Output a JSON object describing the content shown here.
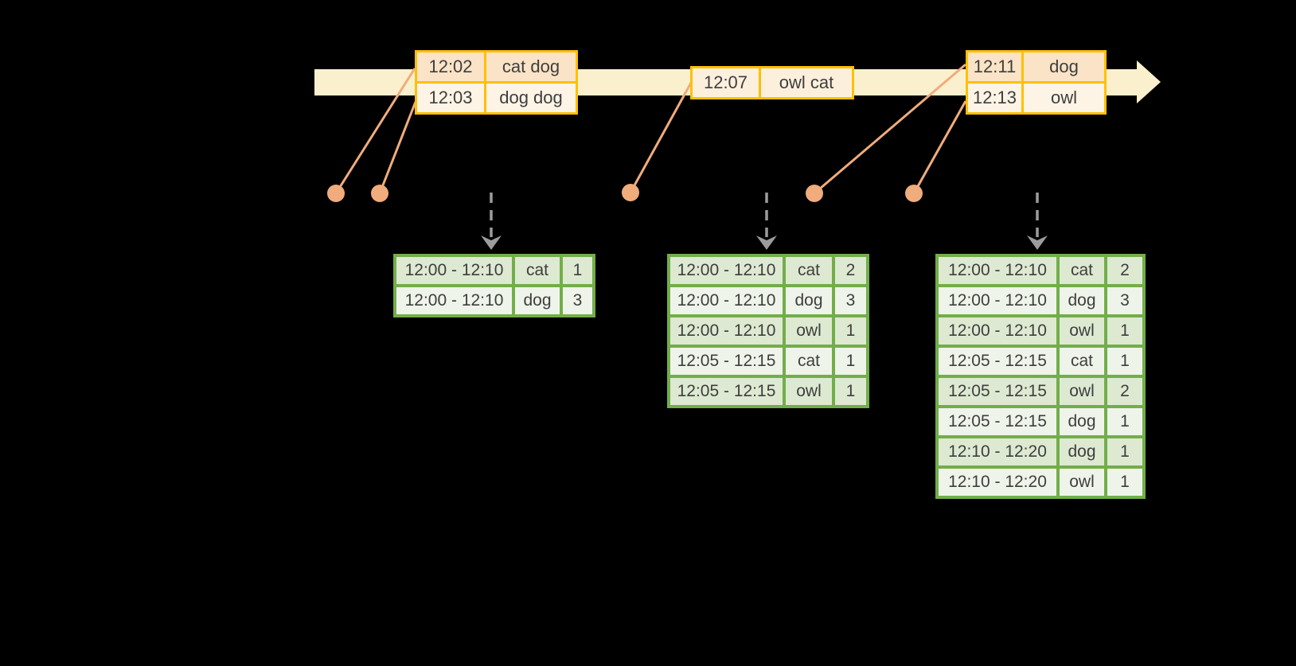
{
  "colors": {
    "background": "#000000",
    "ink": "#3E3E3E",
    "band": "#FBF0CD",
    "gold": "#FFC000",
    "event-row-dark": "#FAE3C6",
    "event-row-light": "#FDF4E6",
    "event-row-cream": "#FCF0DD",
    "peach": "#F0AC7C",
    "arrow-gray": "#9C9C9C",
    "green": "#72AE49",
    "green-row-dark": "#DEE9D2",
    "green-row-light": "#EFF4EA"
  },
  "event_tables": [
    {
      "rows": [
        {
          "time": "12:02",
          "text": "cat dog"
        },
        {
          "time": "12:03",
          "text": "dog dog"
        }
      ]
    },
    {
      "rows": [
        {
          "time": "12:07",
          "text": "owl cat"
        }
      ]
    },
    {
      "rows": [
        {
          "time": "12:11",
          "text": "dog"
        },
        {
          "time": "12:13",
          "text": "owl"
        }
      ]
    }
  ],
  "result_tables": [
    {
      "rows": [
        {
          "window": "12:00 - 12:10",
          "word": "cat",
          "count": "1"
        },
        {
          "window": "12:00 - 12:10",
          "word": "dog",
          "count": "3"
        }
      ]
    },
    {
      "rows": [
        {
          "window": "12:00 - 12:10",
          "word": "cat",
          "count": "2"
        },
        {
          "window": "12:00 - 12:10",
          "word": "dog",
          "count": "3"
        },
        {
          "window": "12:00 - 12:10",
          "word": "owl",
          "count": "1"
        },
        {
          "window": "12:05 - 12:15",
          "word": "cat",
          "count": "1"
        },
        {
          "window": "12:05 - 12:15",
          "word": "owl",
          "count": "1"
        }
      ]
    },
    {
      "rows": [
        {
          "window": "12:00 - 12:10",
          "word": "cat",
          "count": "2"
        },
        {
          "window": "12:00 - 12:10",
          "word": "dog",
          "count": "3"
        },
        {
          "window": "12:00 - 12:10",
          "word": "owl",
          "count": "1"
        },
        {
          "window": "12:05 - 12:15",
          "word": "cat",
          "count": "1"
        },
        {
          "window": "12:05 - 12:15",
          "word": "owl",
          "count": "2"
        },
        {
          "window": "12:05 - 12:15",
          "word": "dog",
          "count": "1"
        },
        {
          "window": "12:10 - 12:20",
          "word": "dog",
          "count": "1"
        },
        {
          "window": "12:10 - 12:20",
          "word": "owl",
          "count": "1"
        }
      ]
    }
  ]
}
